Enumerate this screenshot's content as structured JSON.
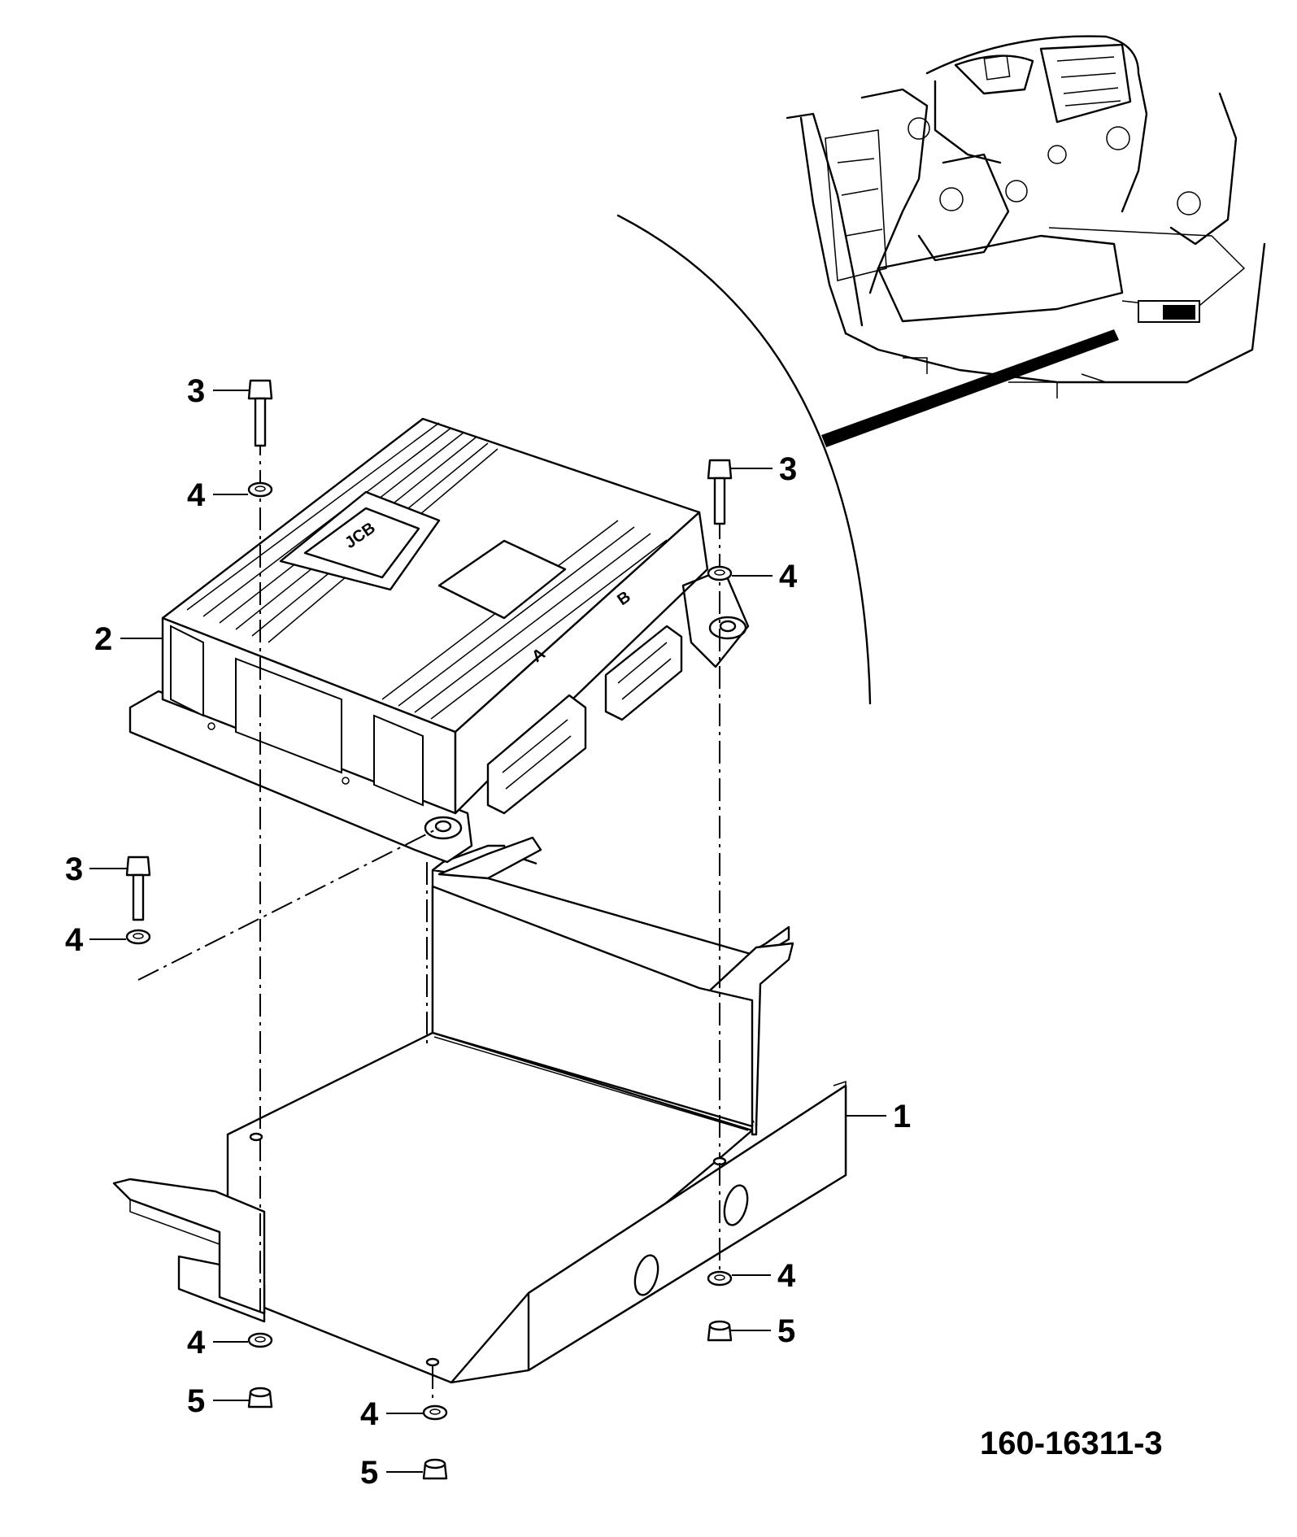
{
  "drawing_number": "160-16311-3",
  "callouts": [
    {
      "id": "callout-1",
      "label": "1"
    },
    {
      "id": "callout-2",
      "label": "2"
    },
    {
      "id": "callout-3-top-left",
      "label": "3"
    },
    {
      "id": "callout-3-top-right",
      "label": "3"
    },
    {
      "id": "callout-3-mid-left",
      "label": "3"
    },
    {
      "id": "callout-4-top-left",
      "label": "4"
    },
    {
      "id": "callout-4-top-right",
      "label": "4"
    },
    {
      "id": "callout-4-mid-left",
      "label": "4"
    },
    {
      "id": "callout-4-bottom-right",
      "label": "4"
    },
    {
      "id": "callout-4-bottom-left",
      "label": "4"
    },
    {
      "id": "callout-4-bottom-center",
      "label": "4"
    },
    {
      "id": "callout-5-bottom-right",
      "label": "5"
    },
    {
      "id": "callout-5-bottom-left",
      "label": "5"
    },
    {
      "id": "callout-5-bottom-center",
      "label": "5"
    }
  ],
  "connector_labels": {
    "a": "A",
    "b": "B"
  },
  "parts": {
    "bracket": "mounting-bracket",
    "ecu": "ecu-module",
    "bolt": "bolt",
    "washer": "washer",
    "nut": "nut",
    "locator": "cab-locator-view"
  }
}
